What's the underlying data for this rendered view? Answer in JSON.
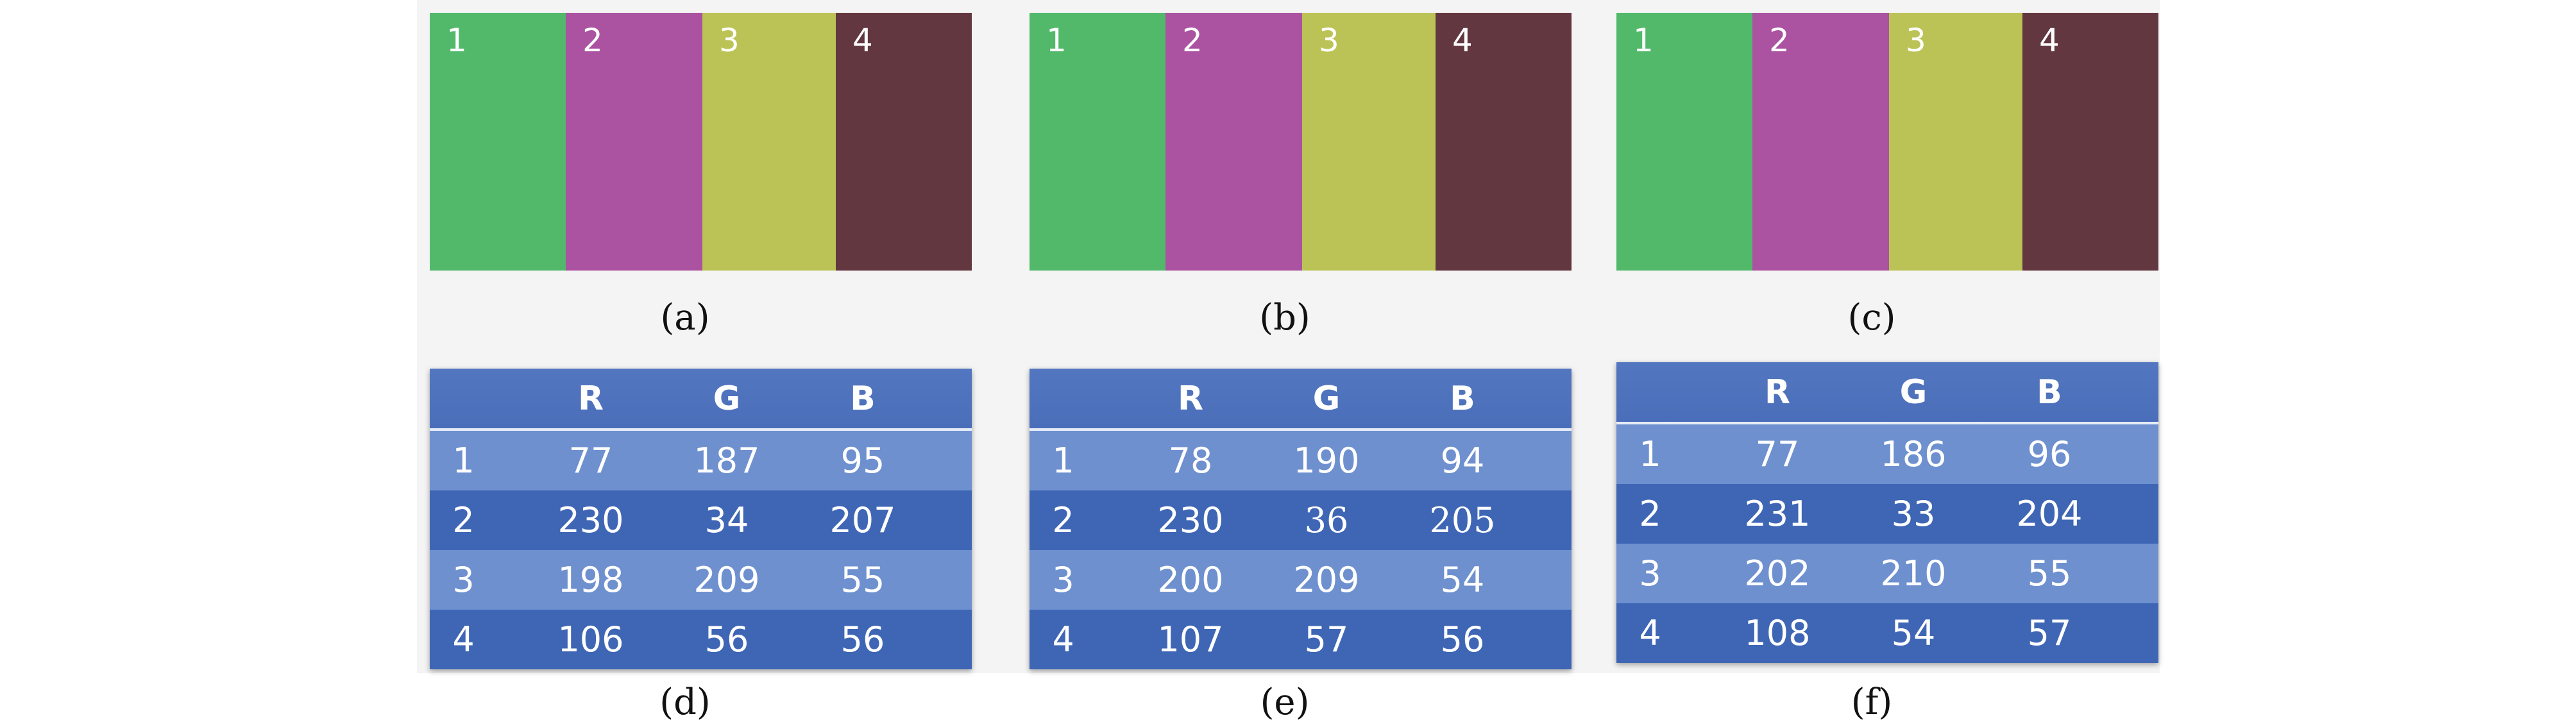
{
  "colors": {
    "green": "#52b96b",
    "magenta": "#ab52a1",
    "olive": "#bcc356",
    "maroon": "#633740",
    "table_header": "#4e72bb",
    "table_row_light": "#6e90cf",
    "table_row_dark": "#3e66b5"
  },
  "panels": [
    {
      "caption": "(a)",
      "swatches": [
        {
          "label": "1",
          "color": "#52b96b"
        },
        {
          "label": "2",
          "color": "#ab52a1"
        },
        {
          "label": "3",
          "color": "#bcc356"
        },
        {
          "label": "4",
          "color": "#633740"
        }
      ]
    },
    {
      "caption": "(b)",
      "swatches": [
        {
          "label": "1",
          "color": "#52b96b"
        },
        {
          "label": "2",
          "color": "#ab52a1"
        },
        {
          "label": "3",
          "color": "#bcc356"
        },
        {
          "label": "4",
          "color": "#633740"
        }
      ]
    },
    {
      "caption": "(c)",
      "swatches": [
        {
          "label": "1",
          "color": "#52b96b"
        },
        {
          "label": "2",
          "color": "#ab52a1"
        },
        {
          "label": "3",
          "color": "#bcc356"
        },
        {
          "label": "4",
          "color": "#633740"
        }
      ]
    }
  ],
  "tables": [
    {
      "caption": "(d)",
      "headers": [
        "",
        "R",
        "G",
        "B"
      ],
      "rows": [
        [
          "1",
          "77",
          "187",
          "95"
        ],
        [
          "2",
          "230",
          "34",
          "207"
        ],
        [
          "3",
          "198",
          "209",
          "55"
        ],
        [
          "4",
          "106",
          "56",
          "56"
        ]
      ]
    },
    {
      "caption": "(e)",
      "headers": [
        "",
        "R",
        "G",
        "B"
      ],
      "rows": [
        [
          "1",
          "78",
          "190",
          "94"
        ],
        [
          "2",
          "230",
          "36",
          "205"
        ],
        [
          "3",
          "200",
          "209",
          "54"
        ],
        [
          "4",
          "107",
          "57",
          "56"
        ]
      ]
    },
    {
      "caption": "(f)",
      "headers": [
        "",
        "R",
        "G",
        "B"
      ],
      "rows": [
        [
          "1",
          "77",
          "186",
          "96"
        ],
        [
          "2",
          "231",
          "33",
          "204"
        ],
        [
          "3",
          "202",
          "210",
          "55"
        ],
        [
          "4",
          "108",
          "54",
          "57"
        ]
      ]
    }
  ]
}
